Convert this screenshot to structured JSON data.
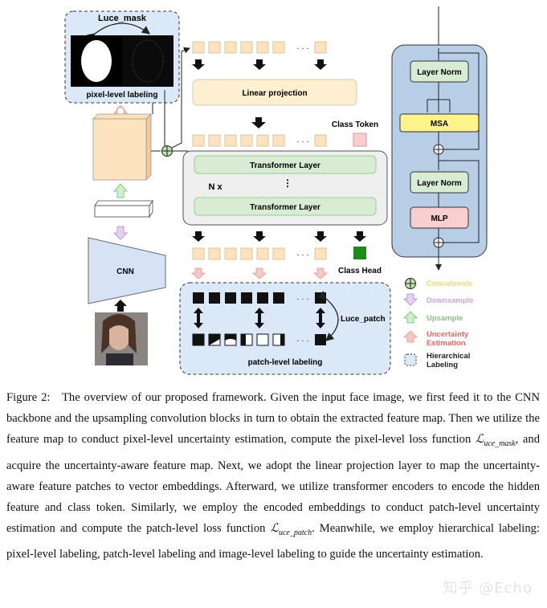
{
  "diagram": {
    "pixel_box": {
      "title": "Luce_mask",
      "label": "pixel-level labeling"
    },
    "patch_box": {
      "label": "patch-level labeling",
      "loss": "Luce_patch"
    },
    "linear_projection": "Linear projection",
    "class_token": "Class Token",
    "transformer_layer_top": "Transformer Layer",
    "transformer_layer_bottom": "Transformer Layer",
    "repeat_label": "N x",
    "ellipsis": "· · ·",
    "cnn_label": "CNN",
    "class_head": "Class Head",
    "encoder": {
      "layer_norm_1": "Layer Norm",
      "msa": "MSA",
      "layer_norm_2": "Layer Norm",
      "mlp": "MLP"
    },
    "legend": [
      {
        "label": "Concatenate",
        "color": "#f1e6a5"
      },
      {
        "label": "Downsample",
        "color": "#c9a8d8"
      },
      {
        "label": "Upsample",
        "color": "#a9d8a4"
      },
      {
        "label": "Uncertainty\nEstimation",
        "color": "#e06a60"
      },
      {
        "label": "Hierarchical\nLabeling",
        "color": "#222222"
      }
    ],
    "colors": {
      "light_blue": "#dbe8f7",
      "token": "#fde3c0",
      "green_layer": "#d7ecd2",
      "msa": "#fff38a",
      "mlp": "#f8cece",
      "encoder_bg": "#b8cde6",
      "class_head": "#1a8a1a"
    }
  },
  "caption": {
    "prefix": "Figure 2: The overview of our proposed framework. Given the input face image, we first feed it to the CNN backbone and the upsampling convolution blocks in turn to obtain the extracted feature map. Then we utilize the feature map to conduct pixel-level uncertainty estimation, compute the pixel-level loss function ",
    "math1_main": "ℒ",
    "math1_sub": "uce_mask",
    "mid1": ", and acquire the uncertainty-aware feature map. Next, we adopt the linear projection layer to map the uncertainty-aware feature patches to vector embeddings. Afterward, we utilize transformer encoders to encode the hidden feature and class token. Similarly, we employ the encoded embeddings to conduct patch-level uncertainty estimation and compute the patch-level loss function ",
    "math2_main": "ℒ",
    "math2_sub": "uce_patch",
    "end": ". Meanwhile, we employ hierarchical labeling: pixel-level labeling, patch-level labeling and image-level labeling to guide the uncertainty estimation."
  },
  "watermark": "知乎 @Echo"
}
